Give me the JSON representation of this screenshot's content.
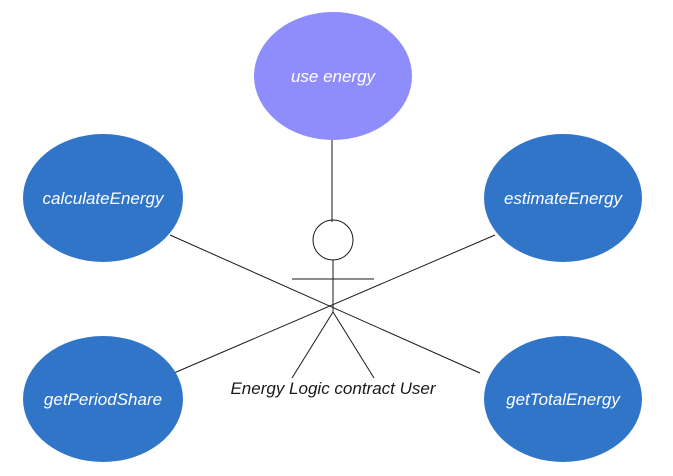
{
  "colors": {
    "primary": "#3175c9",
    "accent": "#8f8cfb",
    "edge": "#1a1a1a"
  },
  "actor": {
    "label": "Energy Logic contract User"
  },
  "use_cases": [
    {
      "id": "use-energy",
      "label": "use energy",
      "color": "accent"
    },
    {
      "id": "calculate-energy",
      "label": "calculateEnergy",
      "color": "primary"
    },
    {
      "id": "estimate-energy",
      "label": "estimateEnergy",
      "color": "primary"
    },
    {
      "id": "get-period-share",
      "label": "getPeriodShare",
      "color": "primary"
    },
    {
      "id": "get-total-energy",
      "label": "getTotalEnergy",
      "color": "primary"
    }
  ]
}
